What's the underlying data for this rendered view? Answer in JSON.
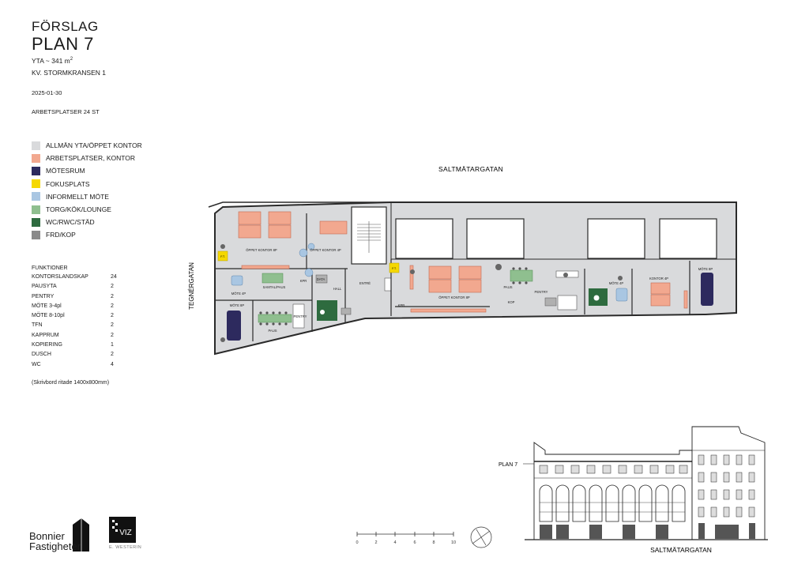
{
  "header": {
    "kicker": "FÖRSLAG",
    "title": "PLAN 7",
    "area_prefix": "YTA ~ 341 m",
    "area_sup": "2",
    "property": "KV. STORMKRANSEN 1",
    "date": "2025-01-30",
    "workplaces": "ARBETSPLATSER 24 ST"
  },
  "legend": [
    {
      "label": "ALLMÄN YTA/ÖPPET KONTOR",
      "color": "#d9dadc"
    },
    {
      "label": "ARBETSPLATSER, KONTOR",
      "color": "#f2a88f"
    },
    {
      "label": "MÖTESRUM",
      "color": "#2d2a5e"
    },
    {
      "label": "FOKUSPLATS",
      "color": "#f5d800"
    },
    {
      "label": "INFORMELLT MÖTE",
      "color": "#a9c6e2"
    },
    {
      "label": "TORG/KÖK/LOUNGE",
      "color": "#8fbf8f"
    },
    {
      "label": "WC/RWC/STÄD",
      "color": "#2e6b3f"
    },
    {
      "label": "FRD/KOP",
      "color": "#8a8a8a"
    }
  ],
  "functions": {
    "heading": "FUNKTIONER",
    "rows": [
      {
        "name": "KONTORSLANDSKAP",
        "count": "24"
      },
      {
        "name": "PAUSYTA",
        "count": "2"
      },
      {
        "name": "PENTRY",
        "count": "2"
      },
      {
        "name": "MÖTE 3-4pl",
        "count": "2"
      },
      {
        "name": "MÖTE 8-10pl",
        "count": "2"
      },
      {
        "name": "TFN",
        "count": "2"
      },
      {
        "name": "KAPPRUM",
        "count": "2"
      },
      {
        "name": "KOPIERING",
        "count": "1"
      },
      {
        "name": "DUSCH",
        "count": "2"
      },
      {
        "name": "WC",
        "count": "4"
      }
    ],
    "note": "(Skrivbord ritade 1400x800mm)"
  },
  "plan": {
    "street_north": "SALTMÄTARGATAN",
    "street_west": "TEGNÉRGATAN",
    "rooms": {
      "oppet_8p_a": "ÖPPET KONTOR 8P",
      "oppet_4p": "ÖPPET KONTOR 4P",
      "samtal": "SAMTAL/PAUS",
      "mote4p_a": "MÖTE 4P",
      "mote8p_a": "MÖTE 8P",
      "paus_a": "PAUS",
      "pentry_a": "PENTRY",
      "kpr_a": "KPR",
      "data": "DATA",
      "hall": "HALL",
      "entre": "ENTRÉ",
      "oppet_8p_b": "ÖPPET KONTOR 8P",
      "kpr_b": "KPR",
      "paus_b": "PAUS",
      "kop": "KOP",
      "pentry_b": "PENTRY",
      "mote4p_b": "MÖTE 4P",
      "kontor4p": "KONTOR 4P",
      "mote8p_b": "MÖTE 8P",
      "focus_a": "F.T.",
      "focus_b": "F.T."
    }
  },
  "scale": {
    "ticks": [
      "0",
      "2",
      "4",
      "6",
      "8",
      "10"
    ]
  },
  "elevation": {
    "label": "PLAN 7",
    "street": "SALTMÄTARGATAN"
  },
  "brands": {
    "bonnier_line1": "Bonnier",
    "bonnier_line2": "Fastigheter",
    "arch_mark": "VIZ",
    "arch_sub": "E. WESTERIN"
  }
}
